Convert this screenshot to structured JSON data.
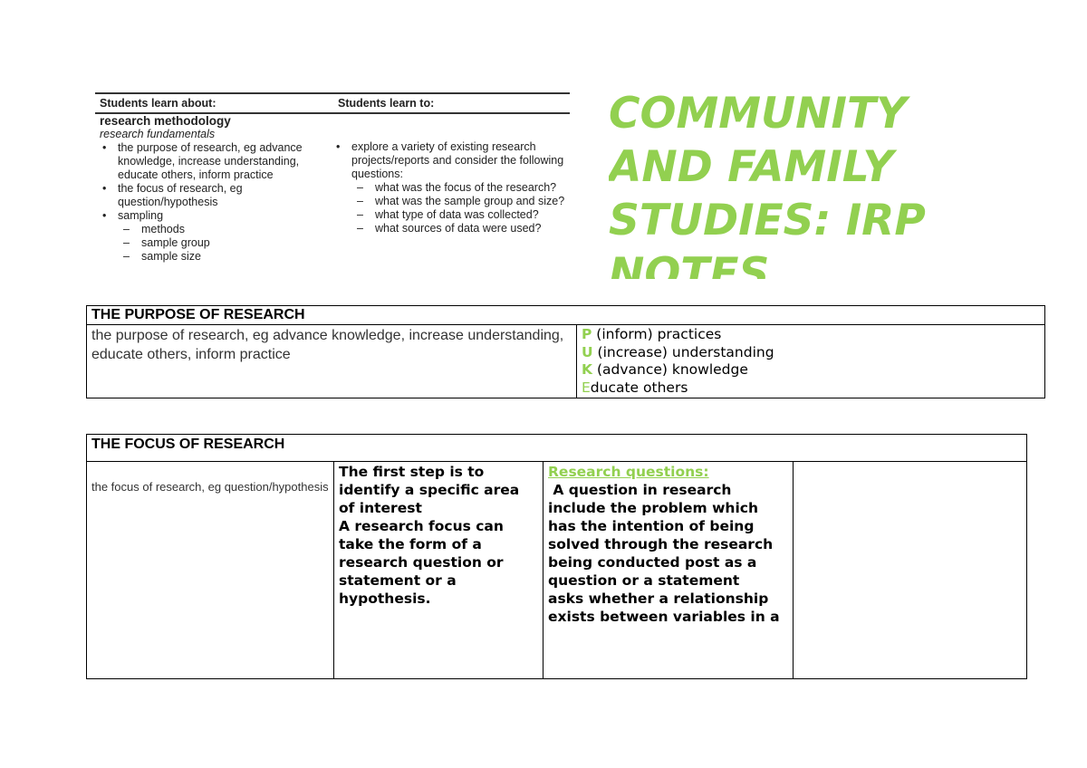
{
  "syllabus": {
    "header_left": "Students learn about:",
    "header_right": "Students learn to:",
    "heading": "research methodology",
    "subheading": "research fundamentals",
    "left_bullets": [
      "the purpose of research, eg advance knowledge, increase understanding, educate others, inform practice",
      "the focus of research, eg question/hypothesis",
      "sampling"
    ],
    "sampling_items": [
      "methods",
      "sample group",
      "sample size"
    ],
    "right_bullet": "explore a variety of existing research projects/reports and consider the following questions:",
    "right_items": [
      "what was the focus of the research?",
      "what was the sample group and size?",
      "what type of data was collected?",
      "what sources of data were used?"
    ]
  },
  "title": "COMMUNITY AND FAMILY STUDIES: IRP NOTES",
  "accent_color": "#92d050",
  "purpose": {
    "header": "THE PURPOSE OF RESEARCH",
    "left": "the purpose of research, eg advance knowledge, increase understanding, educate others, inform practice",
    "puke": [
      {
        "letter": "P",
        "rest": " (inform) practices"
      },
      {
        "letter": "U",
        "rest": " (increase) understanding"
      },
      {
        "letter": "K",
        "rest": " (advance) knowledge"
      },
      {
        "letter": "E",
        "rest": "ducate others"
      }
    ]
  },
  "focus": {
    "header": "THE FOCUS OF RESEARCH",
    "col1": "the focus of research, eg question/hypothesis",
    "col2a": "The first step is to identify a specific area of interest",
    "col2b": "A research focus can take the form of a research question or statement or a hypothesis.",
    "col3_heading": "Research questions:",
    "col3a": " A question in research include the problem which has the intention of being solved through the research being conducted post as a question or a statement",
    "col3b": "asks whether a relationship exists between variables in a",
    "col4": ""
  }
}
